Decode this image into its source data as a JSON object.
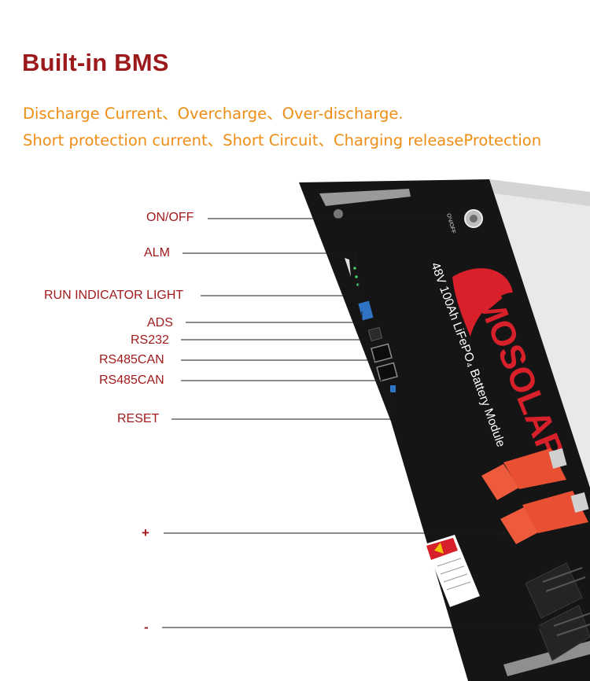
{
  "header": {
    "title": "Built-in BMS",
    "subtitle_line1": "Discharge Current、Overcharge、Over-discharge.",
    "subtitle_line2": "Short protection current、Short Circuit、Charging releaseProtection"
  },
  "callouts": {
    "on_off": "ON/OFF",
    "alm": "ALM",
    "run_indicator": "RUN INDICATOR LIGHT",
    "ads": "ADS",
    "rs232": "RS232",
    "rs485can_1": "RS485CAN",
    "rs485can_2": "RS485CAN",
    "reset": "RESET",
    "positive": "+",
    "negative": "-"
  },
  "device": {
    "brand": "MOSOLAR",
    "model": "48V 100Ah LiFePO₄ Battery Module",
    "switch_caption": "ON/OFF"
  },
  "colors": {
    "title": "#9c1a1c",
    "subtitle": "#ef8d14",
    "label": "#a11a1c",
    "panel": "#151515",
    "connector": "#ee5a3c"
  }
}
